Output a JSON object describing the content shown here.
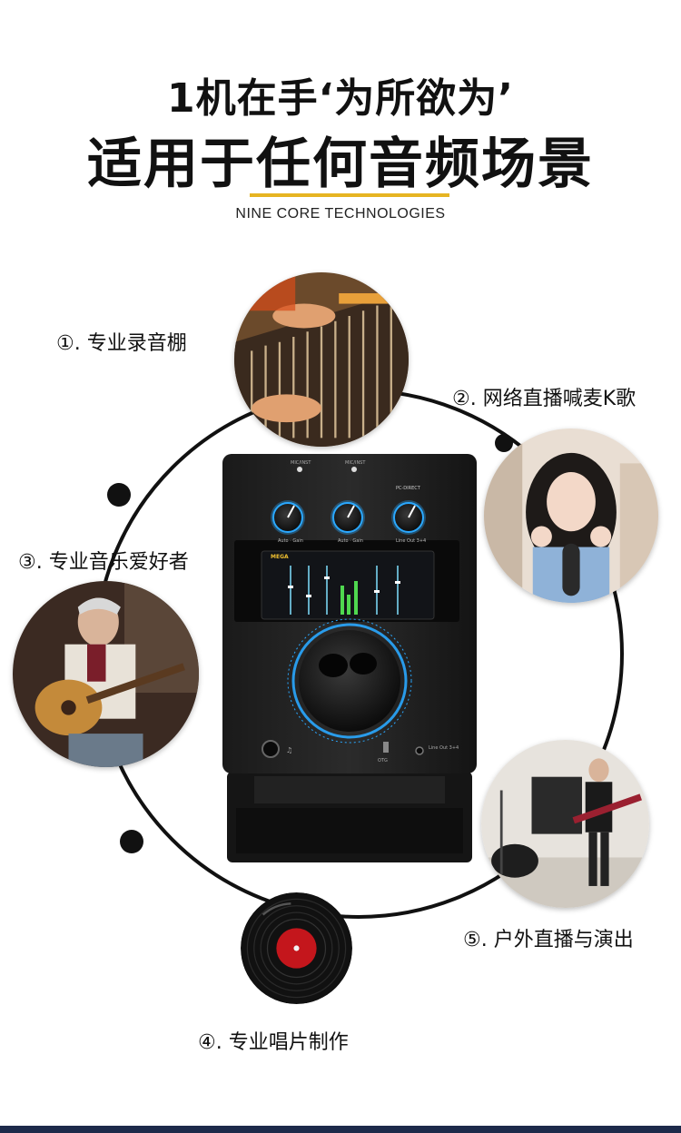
{
  "header": {
    "line1": "1机在手‘为所欲为’",
    "line2": "适用于任何音频场景",
    "subtitle": "NINE CORE TECHNOLOGIES"
  },
  "scenarios": [
    {
      "label": "①. 专业录音棚",
      "icon": "mixing-console-photo"
    },
    {
      "label": "②. 网络直播喊麦K歌",
      "icon": "live-streamer-photo"
    },
    {
      "label": "③. 专业音乐爱好者",
      "icon": "guitarist-photo"
    },
    {
      "label": "④. 专业唱片制作",
      "icon": "vinyl-record"
    },
    {
      "label": "⑤. 户外直播与演出",
      "icon": "stage-performer-photo"
    }
  ],
  "device": {
    "brand": "MEGA",
    "knob1": "Auto · Gain",
    "knob2": "Auto · Gain",
    "knob3": "Line Out 3+4",
    "top_label1": "MIC/INST",
    "top_label2": "MIC/INST",
    "top_label3": "PC-DIRECT",
    "port_label": "OTG",
    "line_label": "Line Out 3+4"
  },
  "colors": {
    "accent_gold": "#e6b422",
    "ring": "#111111",
    "bottom_bar": "#1d2a4a",
    "knob_glow": "#2aa8ff",
    "vinyl_center": "#c4161c"
  }
}
